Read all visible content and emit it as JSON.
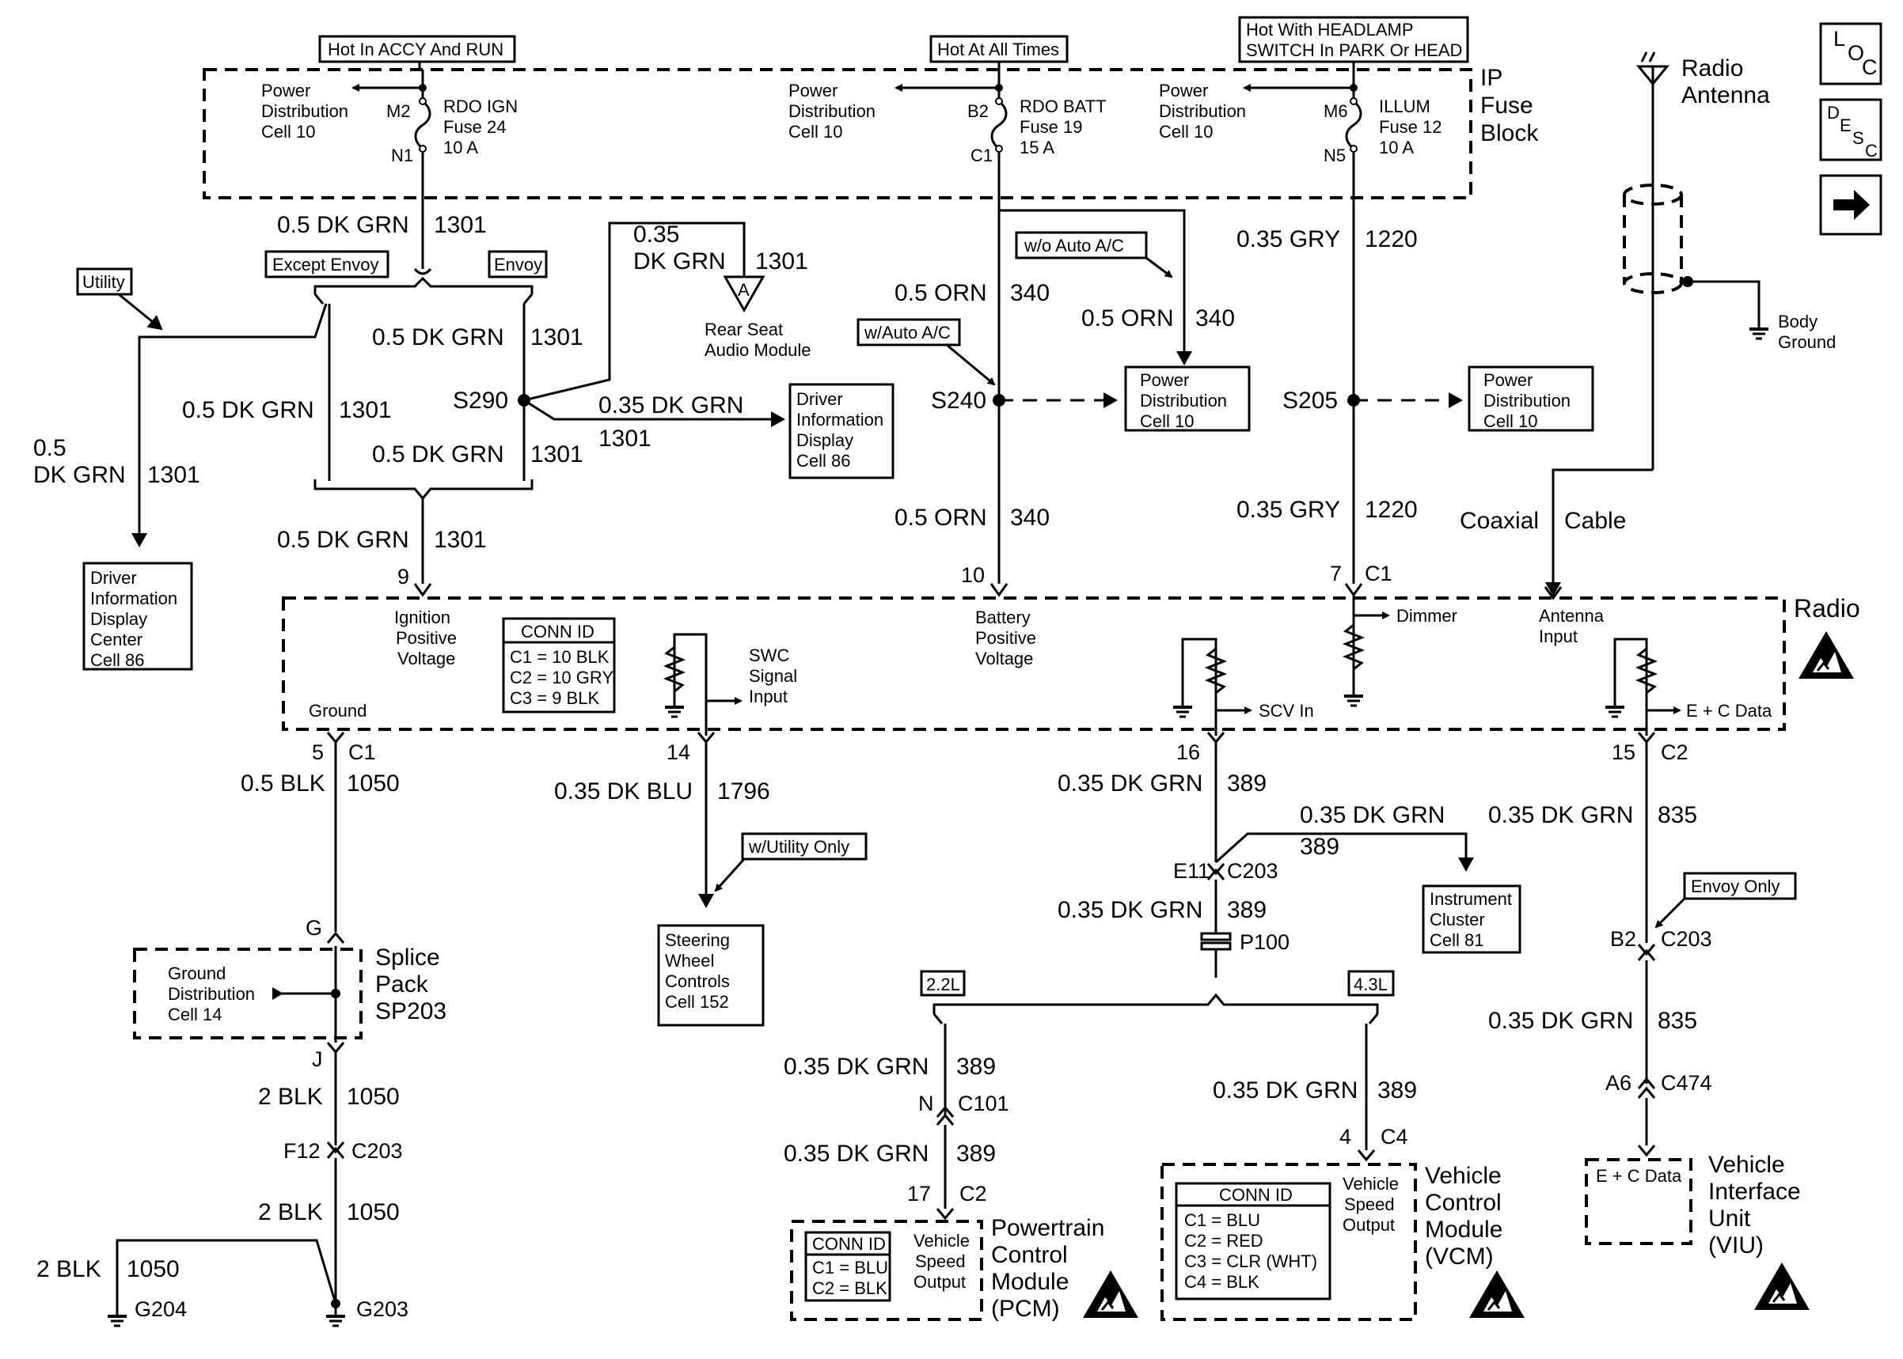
{
  "header_labels": {
    "hot_accy_run": "Hot In ACCY And RUN",
    "hot_all_times": "Hot At All Times",
    "hot_headlamp_line1": "Hot With HEADLAMP",
    "hot_headlamp_line2": "SWITCH In PARK Or HEAD"
  },
  "fuse_block": {
    "title_line1": "IP",
    "title_line2": "Fuse",
    "title_line3": "Block",
    "pd_label_line1": "Power",
    "pd_label_line2": "Distribution",
    "pd_label_line3": "Cell 10",
    "rdo_ign": {
      "name": "RDO IGN",
      "fuse": "Fuse 24",
      "amps": "10 A",
      "in": "M2",
      "out": "N1"
    },
    "rdo_batt": {
      "name": "RDO BATT",
      "fuse": "Fuse 19",
      "amps": "15 A",
      "in": "B2",
      "out": "C1"
    },
    "illum": {
      "name": "ILLUM",
      "fuse": "Fuse 12",
      "amps": "10 A",
      "in": "M6",
      "out": "N5"
    }
  },
  "wires": {
    "dkgrn_05": "0.5 DK GRN",
    "dkgrn_035": "0.35 DK GRN",
    "dkgrn_035_line1": "0.35",
    "dkgrn_035_line2": "DK GRN",
    "dkgrn_05_line1": "0.5",
    "dkgrn_05_line2": "DK GRN",
    "c1301": "1301",
    "orn_05": "0.5 ORN",
    "c340": "340",
    "gry_035": "0.35 GRY",
    "c1220": "1220",
    "blk_05": "0.5 BLK",
    "blk_2": "2 BLK",
    "c1050": "1050",
    "dkblu_035": "0.35 DK BLU",
    "c1796": "1796",
    "c389": "389",
    "c835": "835",
    "coax_1": "Coaxial",
    "coax_2": "Cable"
  },
  "options": {
    "utility": "Utility",
    "except_envoy": "Except Envoy",
    "envoy": "Envoy",
    "wo_auto_ac": "w/o Auto A/C",
    "w_auto_ac": "w/Auto A/C",
    "w_utility_only": "w/Utility Only",
    "envoy_only": "Envoy Only",
    "opt_22": "2.2L",
    "opt_43": "4.3L"
  },
  "splices": {
    "s290": "S290",
    "s240": "S240",
    "s205": "S205"
  },
  "destinations": {
    "rear_seat_1": "Rear Seat",
    "rear_seat_2": "Audio Module",
    "rear_seat_ref": "A",
    "dic": [
      "Driver",
      "Information",
      "Display",
      "Cell 86"
    ],
    "dicc": [
      "Driver",
      "Information",
      "Display",
      "Center",
      "Cell 86"
    ],
    "pd10": [
      "Power",
      "Distribution",
      "Cell 10"
    ],
    "swc": [
      "Steering",
      "Wheel",
      "Controls",
      "Cell 152"
    ],
    "ic": [
      "Instrument",
      "Cluster",
      "Cell 81"
    ],
    "body_ground_1": "Body",
    "body_ground_2": "Ground",
    "antenna_1": "Radio",
    "antenna_2": "Antenna"
  },
  "radio": {
    "title": "Radio",
    "ign_1": "Ignition",
    "ign_2": "Positive",
    "ign_3": "Voltage",
    "bat_1": "Battery",
    "bat_2": "Positive",
    "bat_3": "Voltage",
    "ground": "Ground",
    "swc_1": "SWC",
    "swc_2": "Signal",
    "swc_3": "Input",
    "dimmer": "Dimmer",
    "scv": "SCV In",
    "ant_1": "Antenna",
    "ant_2": "Input",
    "ec": "E + C Data",
    "conn_id": "CONN ID",
    "conn": [
      "C1 = 10 BLK",
      "C2 = 10 GRY",
      "C3 = 9 BLK"
    ],
    "pin9": "9",
    "pin10": "10",
    "pin7": "7",
    "c1": "C1",
    "pin5": "5",
    "pin14": "14",
    "pin16": "16",
    "pin15": "15",
    "c2": "C2"
  },
  "splice_pack": {
    "name_1": "Splice",
    "name_2": "Pack",
    "name_3": "SP203",
    "cell_1": "Ground",
    "cell_2": "Distribution",
    "cell_3": "Cell 14",
    "g": "G",
    "j": "J"
  },
  "connectors": {
    "f12": "F12",
    "c203": "C203",
    "e11": "E11",
    "p100": "P100",
    "b2": "B2",
    "a6": "A6",
    "c474": "C474",
    "n": "N",
    "c101": "C101",
    "pin17": "17",
    "c2": "C2",
    "pin4": "4",
    "c4": "C4"
  },
  "grounds": {
    "g204": "G204",
    "g203": "G203"
  },
  "pcm": {
    "title": [
      "Powertrain",
      "Control",
      "Module",
      "(PCM)"
    ],
    "vso": [
      "Vehicle",
      "Speed",
      "Output"
    ],
    "conn_id": "CONN ID",
    "conn": [
      "C1 = BLU",
      "C2 = BLK"
    ]
  },
  "vcm": {
    "title": [
      "Vehicle",
      "Control",
      "Module",
      "(VCM)"
    ],
    "vso": [
      "Vehicle",
      "Speed",
      "Output"
    ],
    "conn_id": "CONN ID",
    "conn": [
      "C1 = BLU",
      "C2 = RED",
      "C3 = CLR (WHT)",
      "C4 = BLK"
    ]
  },
  "viu": {
    "title": [
      "Vehicle",
      "Interface",
      "Unit",
      "(VIU)"
    ],
    "ec": "E + C Data"
  },
  "nav_icons": {
    "loc": [
      "L",
      "O",
      "C"
    ],
    "desc": [
      "D",
      "E",
      "S",
      "C"
    ]
  }
}
